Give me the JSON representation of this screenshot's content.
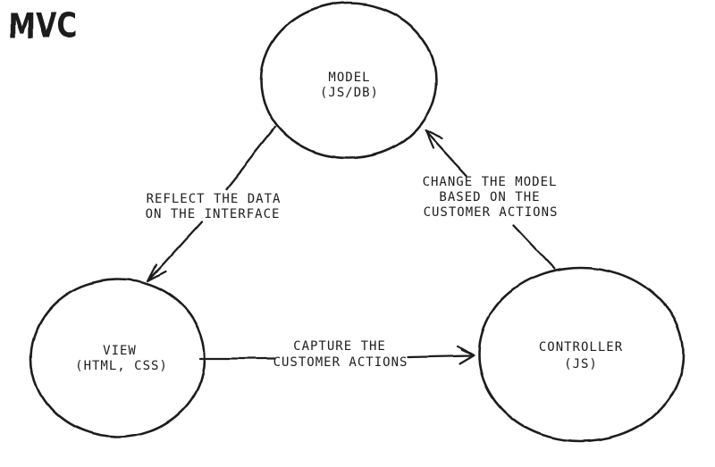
{
  "title": "MVC",
  "colors": {
    "ink": "#1d1d1f",
    "background": "#ffffff"
  },
  "nodes": {
    "model": {
      "label": "MODEL",
      "sublabel": "(JS/DB)"
    },
    "view": {
      "label": "VIEW",
      "sublabel": "(HTML, CSS)"
    },
    "controller": {
      "label": "CONTROLLER",
      "sublabel": "(JS)"
    }
  },
  "edges": {
    "model_to_view": {
      "from": "MODEL",
      "to": "VIEW",
      "label_lines": [
        "REFLECT THE DATA",
        "ON THE INTERFACE"
      ]
    },
    "view_to_controller": {
      "from": "VIEW",
      "to": "CONTROLLER",
      "label_lines": [
        "CAPTURE THE",
        "CUSTOMER ACTIONS"
      ]
    },
    "controller_to_model": {
      "from": "CONTROLLER",
      "to": "MODEL",
      "label_lines": [
        "CHANGE THE MODEL",
        "BASED ON THE",
        "CUSTOMER ACTIONS"
      ]
    }
  }
}
